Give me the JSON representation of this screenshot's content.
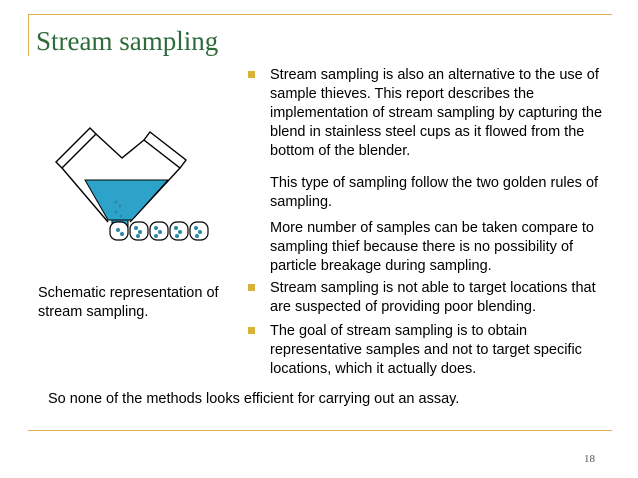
{
  "slide": {
    "title": "Stream sampling",
    "page_number": "18",
    "caption": "Schematic representation of stream sampling.",
    "bullets": [
      "Stream sampling is also an alternative to the use of sample thieves. This report describes the implementation of stream sampling by capturing the blend in stainless steel cups as it flowed from the bottom of the blender."
    ],
    "paragraphs": [
      "This type of sampling follow the two golden rules of sampling.",
      "More number of samples can be taken compare to sampling thief because there is no possibility of particle breakage during sampling."
    ],
    "bullets_2": [
      "Stream sampling is not able to target locations that are suspected of providing poor blending.",
      "The goal of stream sampling is to obtain representative samples and not to target specific locations, which it actually does."
    ],
    "conclusion": "So none of the methods looks efficient for carrying out an assay.",
    "colors": {
      "title": "#2e6b3a",
      "rule": "#d9b24a",
      "bullet": "#d8b138",
      "blend": "#2ea3c9"
    }
  }
}
